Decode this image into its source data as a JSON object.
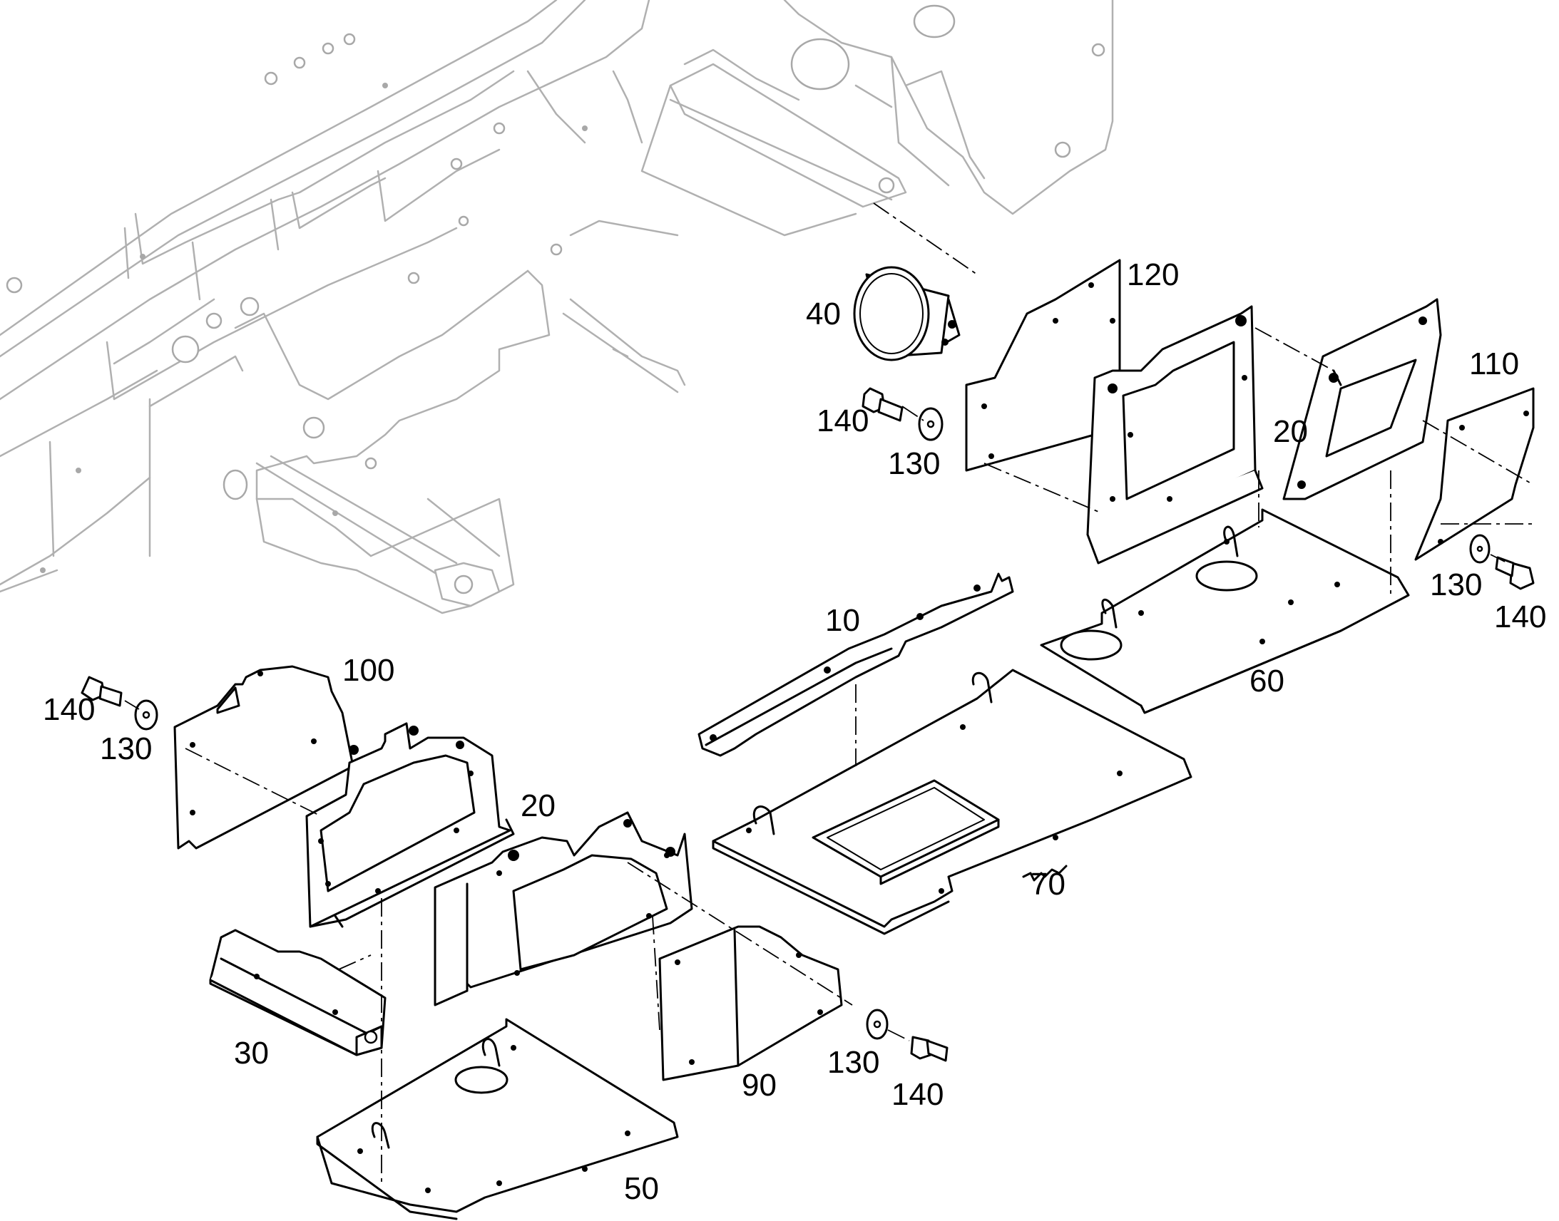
{
  "callouts": {
    "c10": "10",
    "c20_top": "20",
    "c20_bottom": "20",
    "c30": "30",
    "c40": "40",
    "c50": "50",
    "c60": "60",
    "c70": "70",
    "c90": "90",
    "c100": "100",
    "c110": "110",
    "c120": "120",
    "c130_top": "130",
    "c130_right": "130",
    "c130_left": "130",
    "c130_bottom": "130",
    "c140_top": "140",
    "c140_right": "140",
    "c140_left": "140",
    "c140_bottom": "140"
  },
  "colors": {
    "line": "#000000",
    "background_frame": "#b0b0b0",
    "background": "#ffffff"
  }
}
